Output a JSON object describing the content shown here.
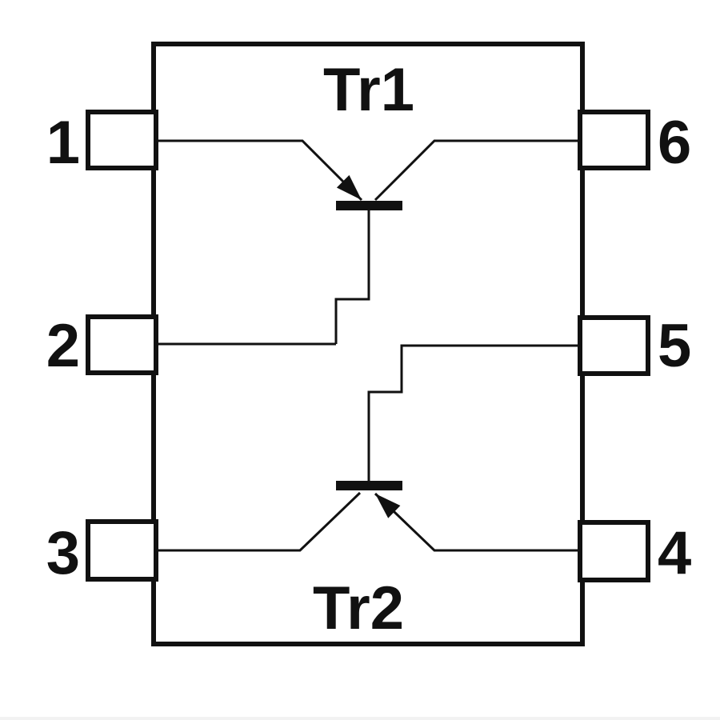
{
  "schematic": {
    "transistor_top": {
      "label": "Tr1"
    },
    "transistor_bottom": {
      "label": "Tr2"
    },
    "pins": {
      "left": [
        {
          "number": "1"
        },
        {
          "number": "2"
        },
        {
          "number": "3"
        }
      ],
      "right": [
        {
          "number": "6"
        },
        {
          "number": "5"
        },
        {
          "number": "4"
        }
      ]
    },
    "colors": {
      "line": "#111111",
      "background": "#ffffff"
    }
  }
}
